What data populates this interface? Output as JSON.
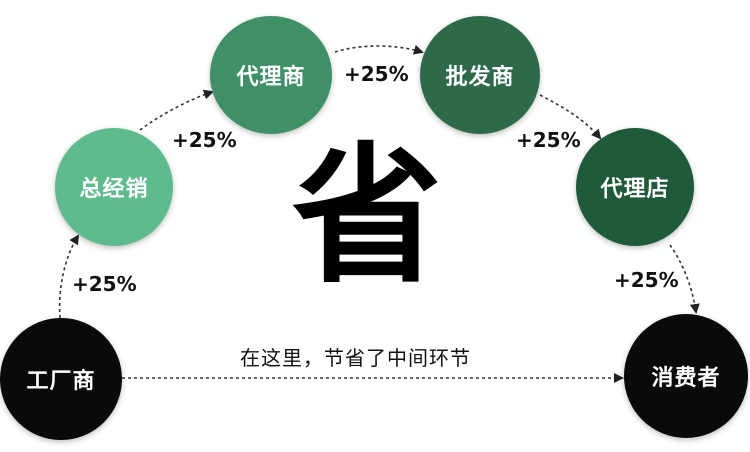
{
  "nodes": {
    "factory": {
      "label": "工厂商",
      "color": "#0a0a0a"
    },
    "general_distributor": {
      "label": "总经销",
      "color": "#5dbb8e"
    },
    "agent": {
      "label": "代理商",
      "color": "#3f9067"
    },
    "wholesaler": {
      "label": "批发商",
      "color": "#2c6a4a"
    },
    "agent_store": {
      "label": "代理店",
      "color": "#1f5a3b"
    },
    "consumer": {
      "label": "消费者",
      "color": "#0a0a0a"
    }
  },
  "markups": [
    "+25%",
    "+25%",
    "+25%",
    "+25%",
    "+25%"
  ],
  "center_character": "省",
  "caption": "在这里，节省了中间环节"
}
